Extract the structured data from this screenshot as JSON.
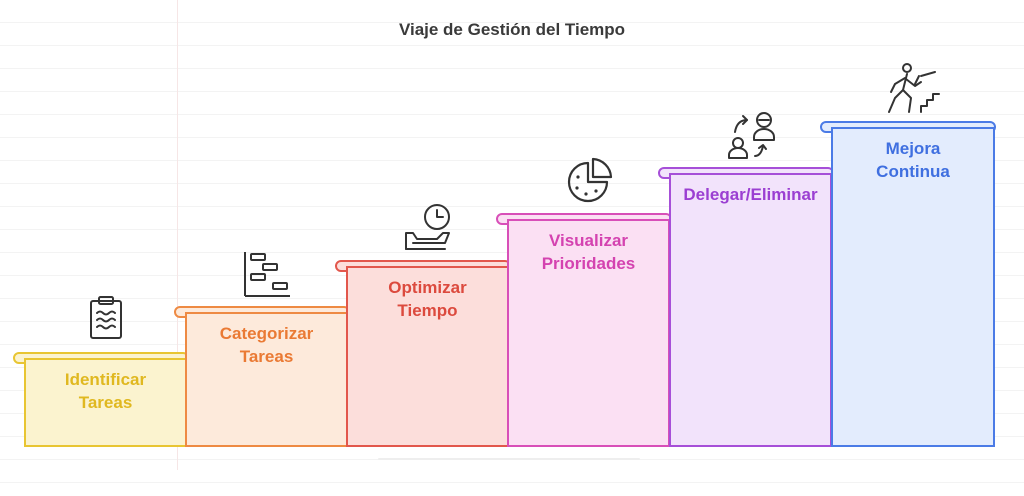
{
  "title": "Viaje de Gestión del Tiempo",
  "steps": [
    {
      "label_l1": "Identificar",
      "label_l2": "Tareas",
      "icon": "clipboard-icon",
      "color": "#e8c532",
      "fill": "#fbf3cf"
    },
    {
      "label_l1": "Categorizar",
      "label_l2": "Tareas",
      "icon": "sort-icon",
      "color": "#ee8a43",
      "fill": "#fdeadb"
    },
    {
      "label_l1": "Optimizar",
      "label_l2": "Tiempo",
      "icon": "clock-icon",
      "color": "#e2574c",
      "fill": "#fcdedb"
    },
    {
      "label_l1": "Visualizar",
      "label_l2": "Prioridades",
      "icon": "pie-chart-icon",
      "color": "#d84fb8",
      "fill": "#fbe0f3"
    },
    {
      "label_l1": "Delegar/Eliminar",
      "label_l2": "",
      "icon": "delegate-icon",
      "color": "#a64fd8",
      "fill": "#f2e3fb"
    },
    {
      "label_l1": "Mejora",
      "label_l2": "Continua",
      "icon": "climbing-stairs-icon",
      "color": "#4b7be6",
      "fill": "#e3ecfd"
    }
  ]
}
